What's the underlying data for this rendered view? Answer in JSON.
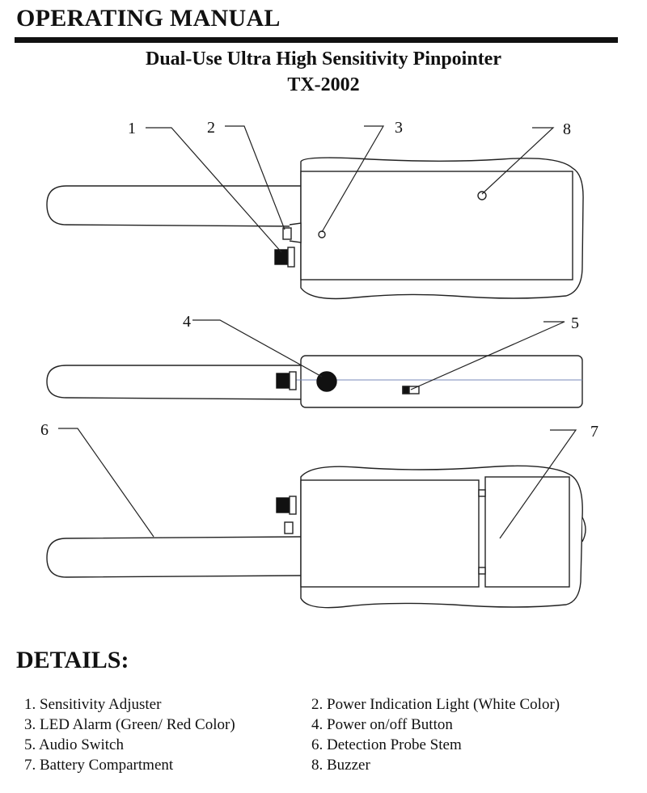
{
  "header": {
    "title": "OPERATING MANUAL"
  },
  "document": {
    "title_line1": "Dual-Use Ultra High Sensitivity Pinpointer",
    "title_line2": "TX-2002"
  },
  "diagram": {
    "callouts": [
      "1",
      "2",
      "3",
      "4",
      "5",
      "6",
      "7",
      "8"
    ]
  },
  "details": {
    "heading": "DETAILS:",
    "items": [
      "1. Sensitivity Adjuster",
      "2. Power Indication Light (White Color)",
      "3. LED Alarm (Green/ Red Color)",
      "4. Power on/off Button",
      "5. Audio Switch",
      "6. Detection Probe Stem",
      "7. Battery Compartment",
      "8. Buzzer"
    ]
  }
}
